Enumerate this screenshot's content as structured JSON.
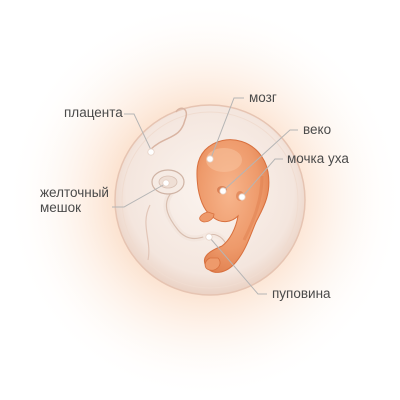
{
  "labels": {
    "placenta": "плацента",
    "brain": "мозг",
    "eyelid": "веко",
    "ear": "мочка уха",
    "yolk_line1": "желточный",
    "yolk_line2": "мешок",
    "cord": "пуповина"
  },
  "colors": {
    "background_glow": "#fbd9c0",
    "sac_fill": "#f6ece6",
    "sac_edge": "#e8c7b6",
    "embryo_fill": "#ee9a6b",
    "embryo_shade": "#e07c4c",
    "leader_line": "#b5b5b5",
    "marker": "#ffffff",
    "label_text": "#4a4a4a"
  }
}
